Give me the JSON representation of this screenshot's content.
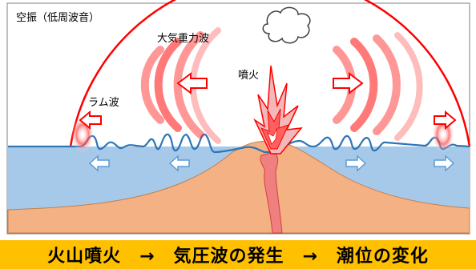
{
  "labels": {
    "airwave": "空振（低周波音）",
    "gravity_wave": "大気重力波",
    "eruption": "噴火",
    "lamb_wave": "ラム波"
  },
  "caption": "火山噴火　→　気圧波の発生　→　潮位の変化",
  "colors": {
    "caption_bg": "#ffc000",
    "sea": "#a6c9ea",
    "sea_surface": "#2e75b6",
    "ground": "#f4b183",
    "magma": "#f08080",
    "dome": "#ff0000",
    "smoke": "#ffffff"
  },
  "icons": [
    "smoke-cloud-icon",
    "eruption-burst-icon",
    "pressure-arrow-icon",
    "sea-flow-arrow-icon"
  ]
}
